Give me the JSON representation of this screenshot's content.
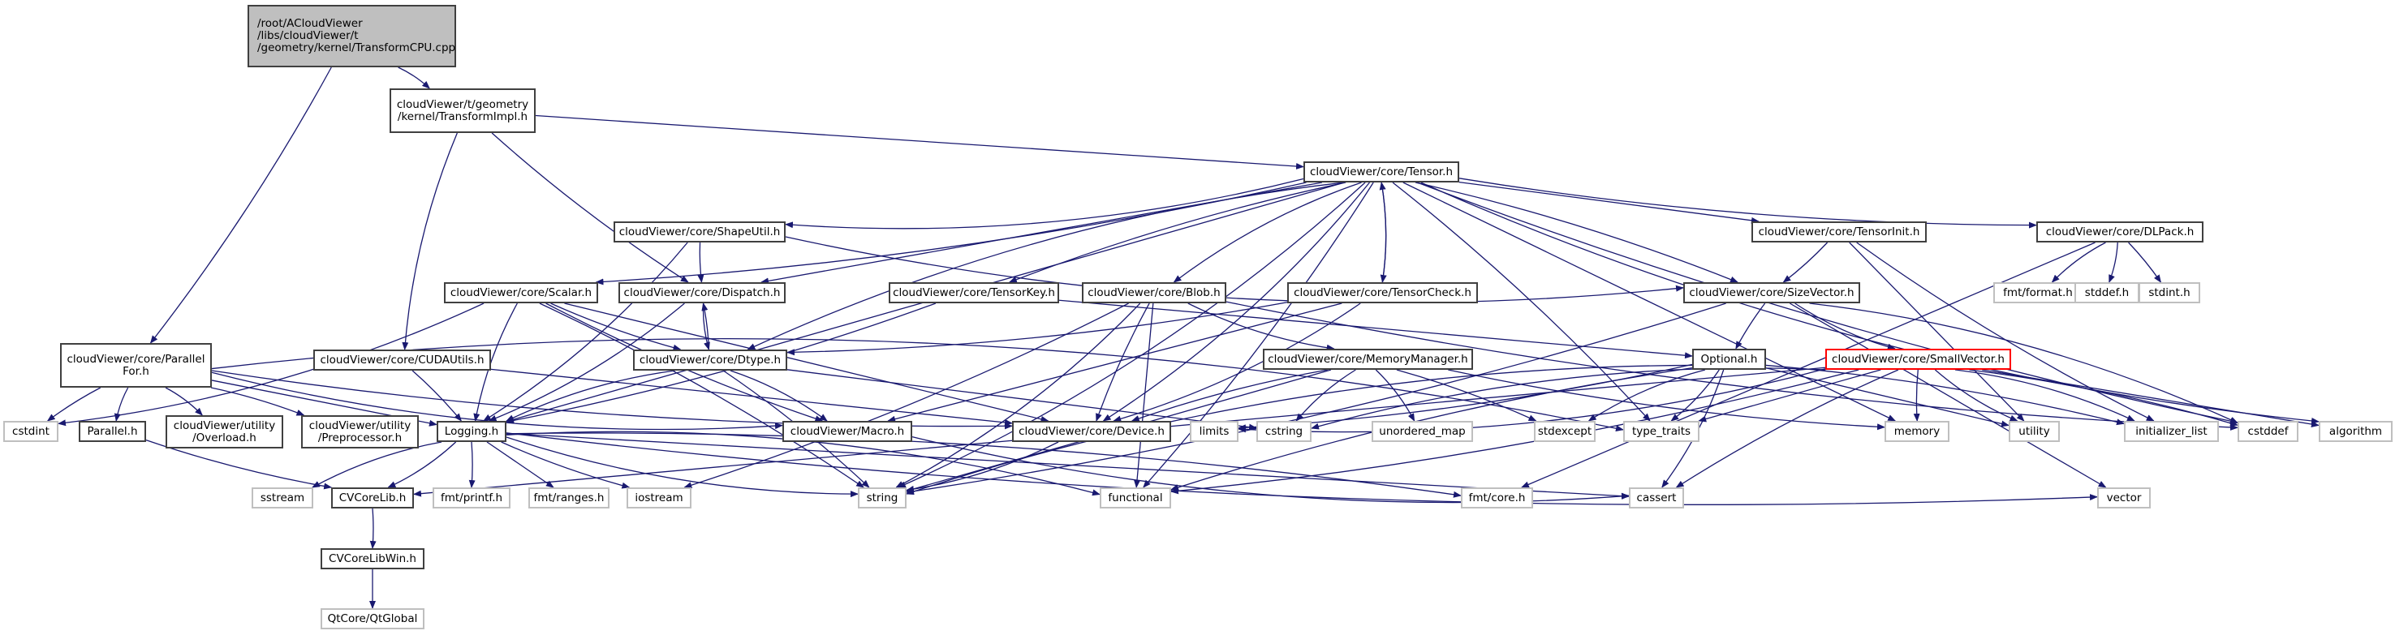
{
  "graph": {
    "title": "Include dependency graph for TransformCPU.cpp",
    "edge_color": "#191970",
    "nodes": [
      {
        "id": "root",
        "label": "/root/ACloudViewer\n/libs/cloudViewer/t\n/geometry/kernel/TransformCPU.cpp",
        "kind": "root"
      },
      {
        "id": "transformimpl",
        "label": "cloudViewer/t/geometry\n/kernel/TransformImpl.h",
        "kind": "internal"
      },
      {
        "id": "tensor",
        "label": "cloudViewer/core/Tensor.h",
        "kind": "internal"
      },
      {
        "id": "shapeutil",
        "label": "cloudViewer/core/ShapeUtil.h",
        "kind": "internal"
      },
      {
        "id": "tensorinit",
        "label": "cloudViewer/core/TensorInit.h",
        "kind": "internal"
      },
      {
        "id": "dlpack",
        "label": "cloudViewer/core/DLPack.h",
        "kind": "internal"
      },
      {
        "id": "scalar",
        "label": "cloudViewer/core/Scalar.h",
        "kind": "internal"
      },
      {
        "id": "dispatch",
        "label": "cloudViewer/core/Dispatch.h",
        "kind": "internal"
      },
      {
        "id": "tensorkey",
        "label": "cloudViewer/core/TensorKey.h",
        "kind": "internal"
      },
      {
        "id": "blob",
        "label": "cloudViewer/core/Blob.h",
        "kind": "internal"
      },
      {
        "id": "tensorcheck",
        "label": "cloudViewer/core/TensorCheck.h",
        "kind": "internal"
      },
      {
        "id": "sizevector",
        "label": "cloudViewer/core/SizeVector.h",
        "kind": "internal"
      },
      {
        "id": "fmtformat",
        "label": "fmt/format.h",
        "kind": "external"
      },
      {
        "id": "stddef",
        "label": "stddef.h",
        "kind": "external"
      },
      {
        "id": "stdint",
        "label": "stdint.h",
        "kind": "external"
      },
      {
        "id": "parallelfor",
        "label": "cloudViewer/core/Parallel\nFor.h",
        "kind": "internal"
      },
      {
        "id": "cudautils",
        "label": "cloudViewer/core/CUDAUtils.h",
        "kind": "internal"
      },
      {
        "id": "dtype",
        "label": "cloudViewer/core/Dtype.h",
        "kind": "internal"
      },
      {
        "id": "memorymanager",
        "label": "cloudViewer/core/MemoryManager.h",
        "kind": "internal"
      },
      {
        "id": "optional",
        "label": "Optional.h",
        "kind": "internal"
      },
      {
        "id": "smallvector",
        "label": "cloudViewer/core/SmallVector.h",
        "kind": "highlight"
      },
      {
        "id": "cstdint",
        "label": "cstdint",
        "kind": "external"
      },
      {
        "id": "parallel",
        "label": "Parallel.h",
        "kind": "internal"
      },
      {
        "id": "overload",
        "label": "cloudViewer/utility\n/Overload.h",
        "kind": "internal"
      },
      {
        "id": "preprocessor",
        "label": "cloudViewer/utility\n/Preprocessor.h",
        "kind": "internal"
      },
      {
        "id": "logging",
        "label": "Logging.h",
        "kind": "internal"
      },
      {
        "id": "macro",
        "label": "cloudViewer/Macro.h",
        "kind": "internal"
      },
      {
        "id": "device",
        "label": "cloudViewer/core/Device.h",
        "kind": "internal"
      },
      {
        "id": "limits",
        "label": "limits",
        "kind": "external"
      },
      {
        "id": "cstring",
        "label": "cstring",
        "kind": "external"
      },
      {
        "id": "unordered_map",
        "label": "unordered_map",
        "kind": "external"
      },
      {
        "id": "stdexcept",
        "label": "stdexcept",
        "kind": "external"
      },
      {
        "id": "type_traits",
        "label": "type_traits",
        "kind": "external"
      },
      {
        "id": "memory",
        "label": "memory",
        "kind": "external"
      },
      {
        "id": "utility",
        "label": "utility",
        "kind": "external"
      },
      {
        "id": "initializer_list",
        "label": "initializer_list",
        "kind": "external"
      },
      {
        "id": "cstddef",
        "label": "cstddef",
        "kind": "external"
      },
      {
        "id": "algorithm",
        "label": "algorithm",
        "kind": "external"
      },
      {
        "id": "sstream",
        "label": "sstream",
        "kind": "external"
      },
      {
        "id": "cvcorelib",
        "label": "CVCoreLib.h",
        "kind": "internal"
      },
      {
        "id": "fmtprintf",
        "label": "fmt/printf.h",
        "kind": "external"
      },
      {
        "id": "fmtranges",
        "label": "fmt/ranges.h",
        "kind": "external"
      },
      {
        "id": "iostream",
        "label": "iostream",
        "kind": "external"
      },
      {
        "id": "string",
        "label": "string",
        "kind": "external"
      },
      {
        "id": "functional",
        "label": "functional",
        "kind": "external"
      },
      {
        "id": "fmtcore",
        "label": "fmt/core.h",
        "kind": "external"
      },
      {
        "id": "cassert",
        "label": "cassert",
        "kind": "external"
      },
      {
        "id": "vector",
        "label": "vector",
        "kind": "external"
      },
      {
        "id": "cvcorelibwin",
        "label": "CVCoreLibWin.h",
        "kind": "internal"
      },
      {
        "id": "qtglobal",
        "label": "QtCore/QtGlobal",
        "kind": "external"
      }
    ],
    "edges": [
      [
        "root",
        "transformimpl"
      ],
      [
        "root",
        "parallelfor"
      ],
      [
        "transformimpl",
        "tensor"
      ],
      [
        "transformimpl",
        "dispatch"
      ],
      [
        "transformimpl",
        "cudautils"
      ],
      [
        "tensor",
        "shapeutil"
      ],
      [
        "tensor",
        "scalar"
      ],
      [
        "tensor",
        "dispatch"
      ],
      [
        "tensor",
        "tensorkey"
      ],
      [
        "tensor",
        "blob"
      ],
      [
        "tensor",
        "tensorcheck"
      ],
      [
        "tensor",
        "sizevector"
      ],
      [
        "tensor",
        "tensorinit"
      ],
      [
        "tensor",
        "dlpack"
      ],
      [
        "tensor",
        "dtype"
      ],
      [
        "tensor",
        "device"
      ],
      [
        "tensor",
        "type_traits"
      ],
      [
        "tensor",
        "memory"
      ],
      [
        "tensor",
        "cstddef"
      ],
      [
        "tensor",
        "algorithm"
      ],
      [
        "tensor",
        "string"
      ],
      [
        "tensor",
        "functional"
      ],
      [
        "tensor",
        "logging"
      ],
      [
        "shapeutil",
        "dispatch"
      ],
      [
        "shapeutil",
        "sizevector"
      ],
      [
        "shapeutil",
        "logging"
      ],
      [
        "tensorinit",
        "sizevector"
      ],
      [
        "tensorinit",
        "utility"
      ],
      [
        "tensorinit",
        "initializer_list"
      ],
      [
        "dlpack",
        "fmtformat"
      ],
      [
        "dlpack",
        "stddef"
      ],
      [
        "dlpack",
        "stdint"
      ],
      [
        "dlpack",
        "fmtcore"
      ],
      [
        "scalar",
        "dtype"
      ],
      [
        "scalar",
        "logging"
      ],
      [
        "scalar",
        "cstdint"
      ],
      [
        "scalar",
        "string"
      ],
      [
        "scalar",
        "device"
      ],
      [
        "scalar",
        "macro"
      ],
      [
        "dispatch",
        "dtype"
      ],
      [
        "dispatch",
        "logging"
      ],
      [
        "tensorkey",
        "logging"
      ],
      [
        "tensorkey",
        "optional"
      ],
      [
        "blob",
        "device"
      ],
      [
        "blob",
        "memorymanager"
      ],
      [
        "blob",
        "string"
      ],
      [
        "blob",
        "iostream"
      ],
      [
        "blob",
        "functional"
      ],
      [
        "blob",
        "cstddef"
      ],
      [
        "tensorcheck",
        "tensor"
      ],
      [
        "tensorcheck",
        "device"
      ],
      [
        "tensorcheck",
        "dtype"
      ],
      [
        "tensorcheck",
        "macro"
      ],
      [
        "sizevector",
        "optional"
      ],
      [
        "sizevector",
        "smallvector"
      ],
      [
        "sizevector",
        "cstddef"
      ],
      [
        "sizevector",
        "string"
      ],
      [
        "sizevector",
        "vector"
      ],
      [
        "parallelfor",
        "cstdint"
      ],
      [
        "parallelfor",
        "parallel"
      ],
      [
        "parallelfor",
        "overload"
      ],
      [
        "parallelfor",
        "preprocessor"
      ],
      [
        "parallelfor",
        "logging"
      ],
      [
        "parallelfor",
        "device"
      ],
      [
        "parallelfor",
        "macro"
      ],
      [
        "parallelfor",
        "type_traits"
      ],
      [
        "cudautils",
        "logging"
      ],
      [
        "cudautils",
        "device"
      ],
      [
        "dtype",
        "dispatch"
      ],
      [
        "dtype",
        "logging"
      ],
      [
        "dtype",
        "macro"
      ],
      [
        "dtype",
        "string"
      ],
      [
        "dtype",
        "cstring"
      ],
      [
        "memorymanager",
        "device"
      ],
      [
        "memorymanager",
        "cstring"
      ],
      [
        "memorymanager",
        "unordered_map"
      ],
      [
        "memorymanager",
        "stdexcept"
      ],
      [
        "memorymanager",
        "string"
      ],
      [
        "memorymanager",
        "memory"
      ],
      [
        "optional",
        "stdexcept"
      ],
      [
        "optional",
        "type_traits"
      ],
      [
        "optional",
        "initializer_list"
      ],
      [
        "optional",
        "utility"
      ],
      [
        "optional",
        "functional"
      ],
      [
        "optional",
        "string"
      ],
      [
        "optional",
        "cassert"
      ],
      [
        "optional",
        "limits"
      ],
      [
        "smallvector",
        "type_traits"
      ],
      [
        "smallvector",
        "memory"
      ],
      [
        "smallvector",
        "utility"
      ],
      [
        "smallvector",
        "initializer_list"
      ],
      [
        "smallvector",
        "cstddef"
      ],
      [
        "smallvector",
        "algorithm"
      ],
      [
        "smallvector",
        "cassert"
      ],
      [
        "smallvector",
        "cstring"
      ],
      [
        "smallvector",
        "limits"
      ],
      [
        "smallvector",
        "functional"
      ],
      [
        "smallvector",
        "cvcorelib"
      ],
      [
        "parallel",
        "cvcorelib"
      ],
      [
        "logging",
        "sstream"
      ],
      [
        "logging",
        "cvcorelib"
      ],
      [
        "logging",
        "fmtprintf"
      ],
      [
        "logging",
        "fmtranges"
      ],
      [
        "logging",
        "iostream"
      ],
      [
        "logging",
        "string"
      ],
      [
        "logging",
        "functional"
      ],
      [
        "logging",
        "fmtcore"
      ],
      [
        "logging",
        "cassert"
      ],
      [
        "logging",
        "vector"
      ],
      [
        "macro",
        "cassert"
      ],
      [
        "device",
        "string"
      ],
      [
        "cvcorelib",
        "cvcorelibwin"
      ],
      [
        "cvcorelibwin",
        "qtglobal"
      ]
    ]
  }
}
